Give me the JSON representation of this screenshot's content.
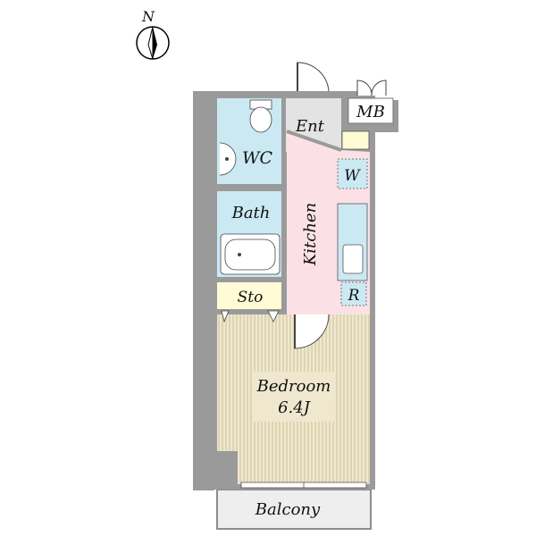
{
  "compass": {
    "north": "N"
  },
  "rooms": {
    "ent": "Ent",
    "mb": "MB",
    "wc": "WC",
    "w": "W",
    "bath": "Bath",
    "kitchen": "Kitchen",
    "sto": "Sto",
    "r": "R",
    "bedroom": "Bedroom",
    "bedroom_size": "6.4J",
    "balcony": "Balcony"
  },
  "colors": {
    "wall": "#9a9a9a",
    "wet_area": "#cbe9f3",
    "kitchen": "#fbe1e6",
    "storage": "#fffbd5",
    "bedroom_floor": "#efe8cf",
    "bedroom_stripe": "#cdbf95",
    "entrance": "#e3e3e3",
    "balcony": "#eeeeee"
  }
}
